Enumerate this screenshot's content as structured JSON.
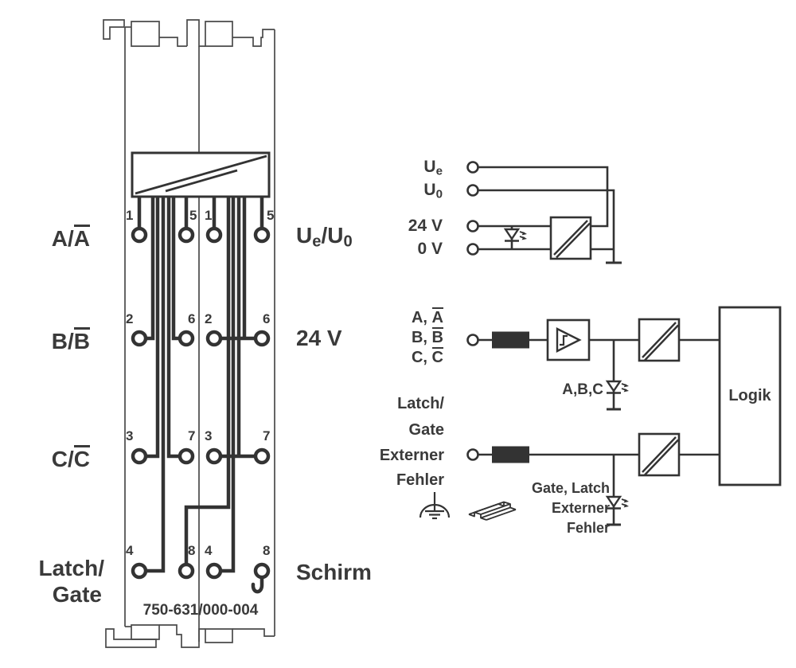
{
  "colors": {
    "ink": "#333333",
    "text": "#3a3a3a",
    "background": "#ffffff"
  },
  "module": {
    "part_number": "750-631/000-004",
    "left_labels": {
      "a": {
        "pre": "A/",
        "over": "A"
      },
      "b": {
        "pre": "B/",
        "over": "B"
      },
      "c": {
        "pre": "C/",
        "over": "C"
      },
      "latch": "Latch/",
      "gate": "Gate"
    },
    "right_labels": {
      "ue_u0": {
        "u1": "U",
        "s1": "e",
        "slash": "/",
        "u2": "U",
        "s2": "0"
      },
      "v24": "24 V",
      "schirm": "Schirm"
    },
    "terminal_numbers": {
      "r1": [
        "1",
        "5",
        "1",
        "5"
      ],
      "r2": [
        "2",
        "6",
        "2",
        "6"
      ],
      "r3": [
        "3",
        "7",
        "3",
        "7"
      ],
      "r4": [
        "4",
        "8",
        "4",
        "8"
      ]
    }
  },
  "schematic": {
    "power": {
      "ue": {
        "u": "U",
        "sub": "e"
      },
      "u0": {
        "u": "U",
        "sub": "0"
      },
      "v24": "24 V",
      "v0": "0 V"
    },
    "signals": {
      "a": {
        "pre": "A, ",
        "over": "A"
      },
      "b": {
        "pre": "B, ",
        "over": "B"
      },
      "c": {
        "pre": "C, ",
        "over": "C"
      },
      "latch": "Latch/",
      "gate": "Gate",
      "externer": "Externer",
      "fehler": "Fehler"
    },
    "leds": {
      "abc": "A,B,C",
      "gate_latch": "Gate, Latch",
      "externer": "Externer",
      "fehler": "Fehler"
    },
    "logic": "Logik"
  }
}
